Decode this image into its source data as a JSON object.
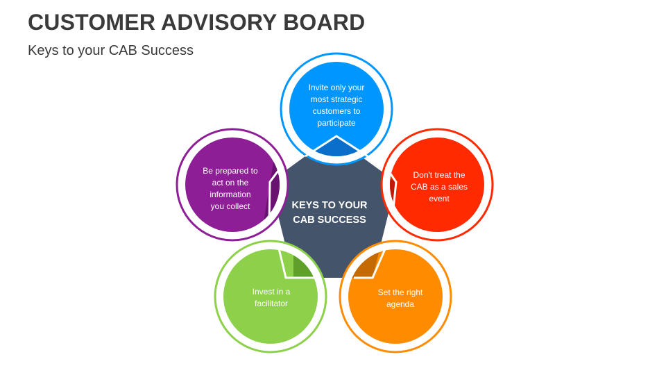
{
  "header": {
    "title": "CUSTOMER ADVISORY BOARD",
    "subtitle": "Keys to your CAB Success"
  },
  "diagram": {
    "center": {
      "line1": "KEYS TO YOUR",
      "line2": "CAB SUCCESS",
      "color": "#44546A"
    },
    "nodes": [
      {
        "id": "strategic-customers",
        "lines": [
          "Invite only your",
          "most strategic",
          "customers to",
          "participate"
        ],
        "color": "#0096FF",
        "dark": "#0A6FCB"
      },
      {
        "id": "not-sales-event",
        "lines": [
          "Don't treat the",
          "CAB as a sales",
          "event"
        ],
        "color": "#FF2A00",
        "dark": "#C01A05"
      },
      {
        "id": "right-agenda",
        "lines": [
          "Set the right",
          "agenda"
        ],
        "color": "#FF8C00",
        "dark": "#C46A00"
      },
      {
        "id": "facilitator",
        "lines": [
          "Invest in a",
          "facilitator"
        ],
        "color": "#8DD14A",
        "dark": "#5EA02A"
      },
      {
        "id": "act-on-information",
        "lines": [
          "Be prepared to",
          "act on the",
          "information",
          "you collect"
        ],
        "color": "#8E1E96",
        "dark": "#6A1270"
      }
    ]
  }
}
